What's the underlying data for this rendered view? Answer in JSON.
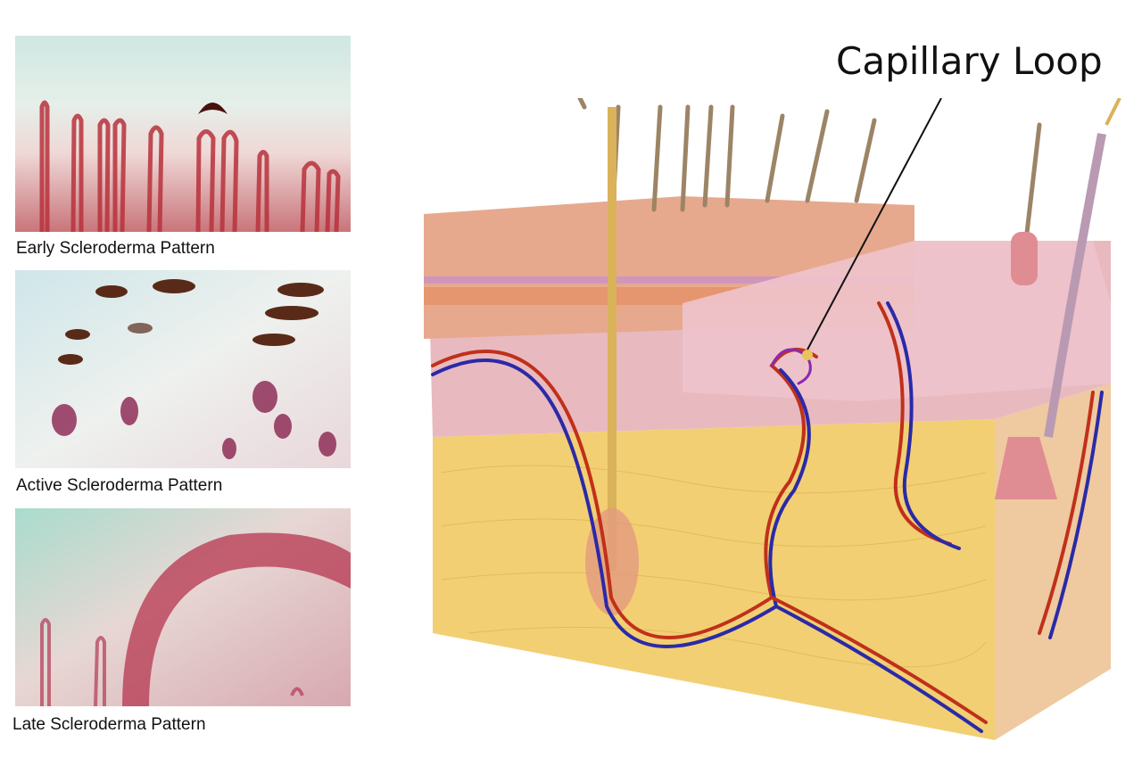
{
  "panels": [
    {
      "caption": "Early Scleroderma Pattern"
    },
    {
      "caption": "Active Scleroderma Pattern"
    },
    {
      "caption": "Late Scleroderma Pattern"
    }
  ],
  "diagram": {
    "callout_label": "Capillary Loop"
  },
  "colors": {
    "artery": "#c0301a",
    "vein": "#2a2aa8",
    "fat": "#f2cf73",
    "dermis": "#e9b9c0",
    "epidermis": "#e7a98e",
    "hair": "#9c8466"
  }
}
